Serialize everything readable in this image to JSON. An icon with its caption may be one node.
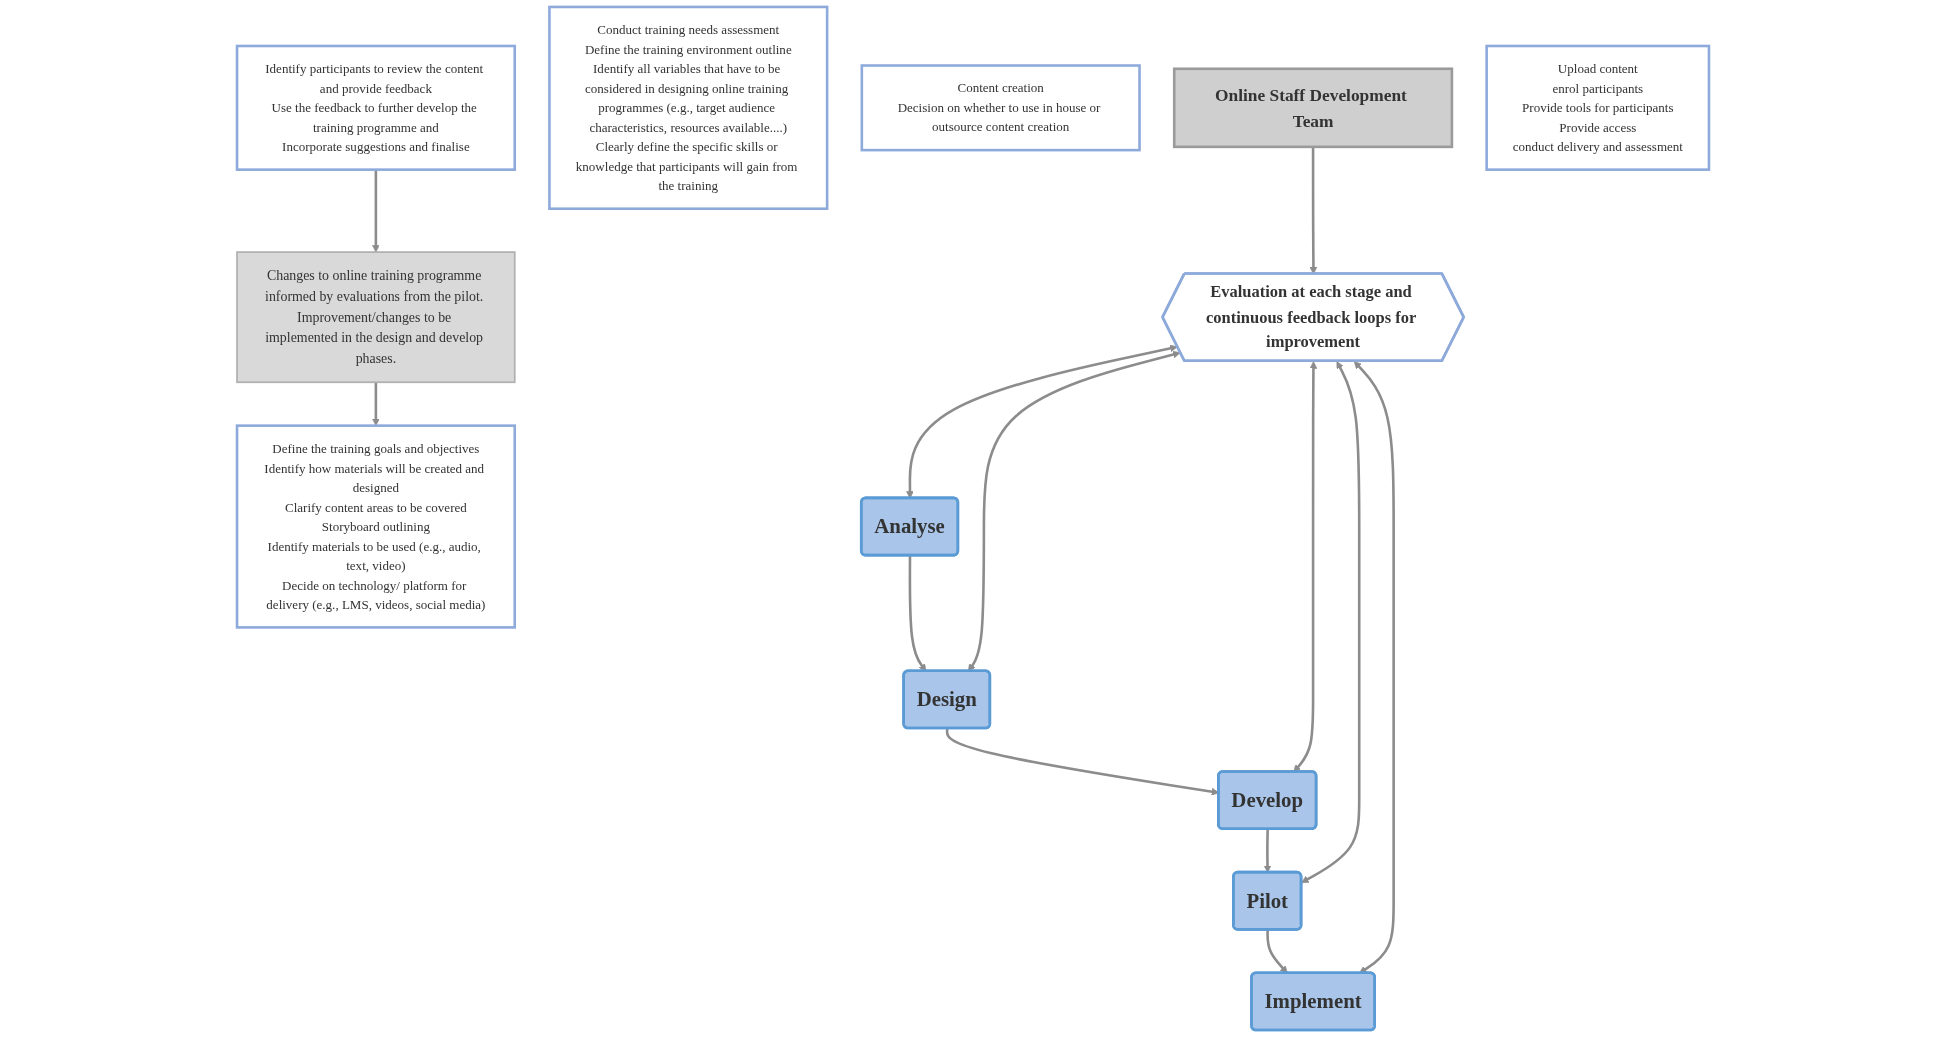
{
  "diagram": {
    "nodes": [
      {
        "text": [
          "Online Staff Development Team"
        ]
      },
      {
        "text": [
          "Evaluation at each stage and continuous feedback loops for improvement"
        ]
      },
      {
        "text": [
          "Analyse"
        ]
      },
      {
        "text": [
          "Design"
        ]
      },
      {
        "text": [
          "Develop"
        ]
      },
      {
        "text": [
          "Pilot"
        ]
      },
      {
        "text": [
          "Implement"
        ]
      },
      {
        "text": [
          "Conduct training needs assessment",
          "Define the training environment outline",
          "Identify all variables that have to be considered in designing online training programmes (e.g., target audience characteristics, resources available....)",
          "Clearly define the specific skills or knowledge that participants will gain from the training"
        ]
      },
      {
        "text": [
          "Define the training goals and objectives",
          "Identify how materials will be created and designed",
          "Clarify content areas to be covered",
          "Storyboard outlining",
          "Identify materials to be used (e.g., audio, text, video)",
          "Decide on technology/ platform for delivery (e.g., LMS, videos, social media)"
        ]
      },
      {
        "text": [
          "Content creation",
          "Decision on whether to use in house or outsource content creation"
        ]
      },
      {
        "text": [
          "Identify participants to review the content and provide feedback",
          "Use the feedback to further develop the training programme and",
          "Incorporate suggestions and finalise"
        ]
      },
      {
        "text": [
          "Upload content",
          "enrol participants",
          "Provide tools for participants",
          "Provide access",
          "conduct delivery and assessment"
        ]
      },
      {
        "text": [
          "Changes to online training programme informed by evaluations from the pilot. Improvement/changes to be implemented in the design and develop phases."
        ]
      }
    ],
    "edges": [
      {
        "from": 0,
        "to": 1,
        "arrow": "to"
      },
      {
        "from": 1,
        "to": 2,
        "arrow": "both"
      },
      {
        "from": 1,
        "to": 3,
        "arrow": "both"
      },
      {
        "from": 1,
        "to": 4,
        "arrow": "both"
      },
      {
        "from": 1,
        "to": 5,
        "arrow": "both"
      },
      {
        "from": 1,
        "to": 6,
        "arrow": "both"
      },
      {
        "from": 2,
        "to": 3,
        "arrow": "to"
      },
      {
        "from": 3,
        "to": 4,
        "arrow": "to"
      },
      {
        "from": 4,
        "to": 5,
        "arrow": "to"
      },
      {
        "from": 5,
        "to": 6,
        "arrow": "to"
      },
      {
        "from": 10,
        "to": 12,
        "arrow": "to"
      },
      {
        "from": 12,
        "to": 8,
        "arrow": "to"
      }
    ]
  }
}
